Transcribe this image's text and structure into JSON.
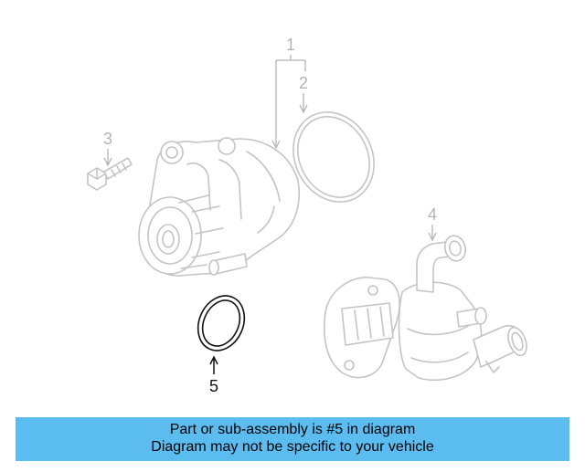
{
  "diagram": {
    "callouts": {
      "c1": "1",
      "c2": "2",
      "c3": "3",
      "c4": "4",
      "c5": "5"
    },
    "highlighted_part": "5",
    "colors": {
      "faded": "#b4b4b4",
      "active": "#111111",
      "banner": "#5bbcf0"
    }
  },
  "banner": {
    "line1": "Part or sub-assembly is #5 in diagram",
    "line2": "Diagram may not be specific to your vehicle"
  }
}
